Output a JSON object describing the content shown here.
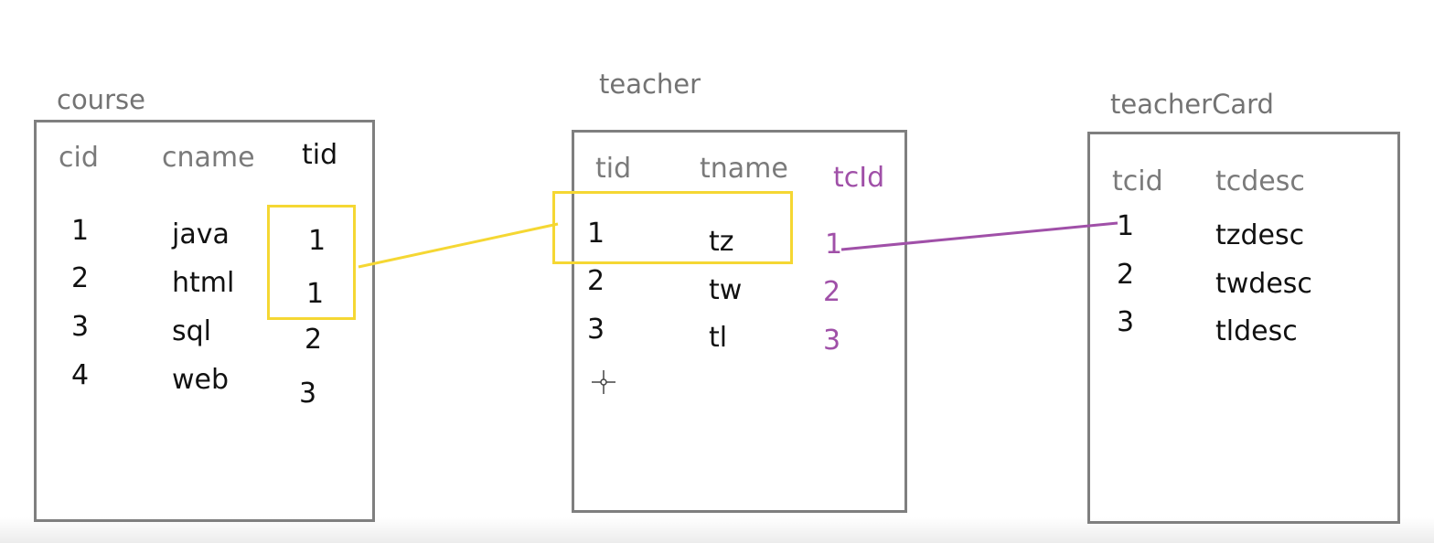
{
  "tables": {
    "course": {
      "title": "course",
      "headers": [
        "cid",
        "cname",
        "tid"
      ],
      "rows": [
        {
          "cid": "1",
          "cname": "java",
          "tid": "1"
        },
        {
          "cid": "2",
          "cname": "html",
          "tid": "1"
        },
        {
          "cid": "3",
          "cname": "sql",
          "tid": "2"
        },
        {
          "cid": "4",
          "cname": "web",
          "tid": "3"
        }
      ]
    },
    "teacher": {
      "title": "teacher",
      "headers": [
        "tid",
        "tname",
        "tcId"
      ],
      "rows": [
        {
          "tid": "1",
          "tname": "tz",
          "tcid": "1"
        },
        {
          "tid": "2",
          "tname": "tw",
          "tcid": "2"
        },
        {
          "tid": "3",
          "tname": "tl",
          "tcid": "3"
        }
      ]
    },
    "teacherCard": {
      "title": "teacherCard",
      "headers": [
        "tcid",
        "tcdesc"
      ],
      "rows": [
        {
          "tcid": "1",
          "tcdesc": "tzdesc"
        },
        {
          "tcid": "2",
          "tcdesc": "twdesc"
        },
        {
          "tcid": "3",
          "tcdesc": "tldesc"
        }
      ]
    }
  },
  "colors": {
    "highlight": "#f5d733",
    "foreign_key": "#a050a8",
    "border": "#7f7f7f",
    "header_text": "#7a7a7a"
  },
  "icons": {
    "cursor": "crosshair-cursor-icon"
  }
}
